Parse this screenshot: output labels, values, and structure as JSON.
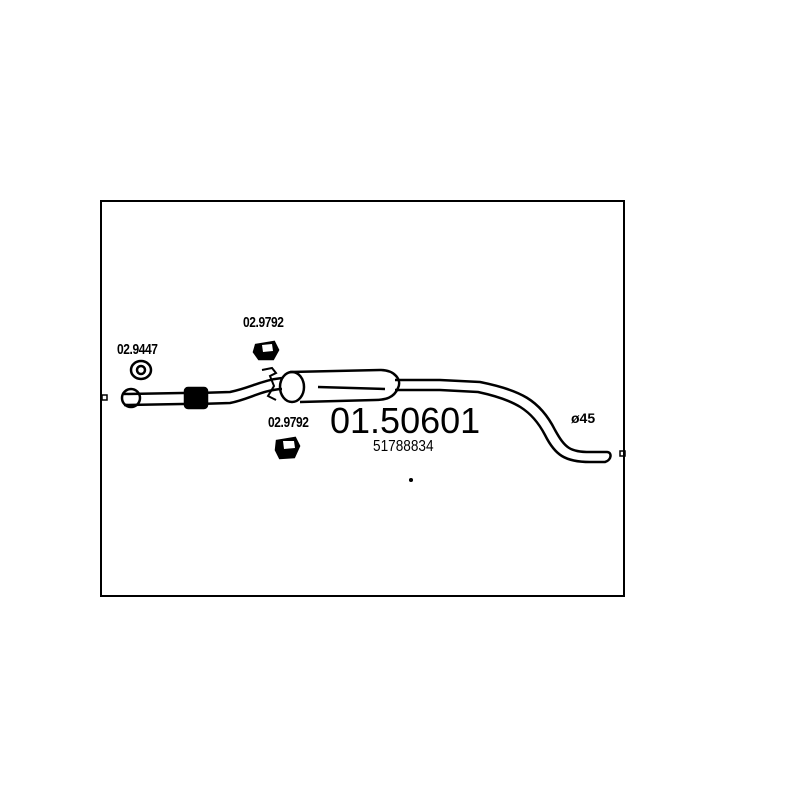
{
  "part_number": "01.50601",
  "oem_number": "51788834",
  "diameter_label": "ø45",
  "accessories": [
    {
      "ref": "02.9447"
    },
    {
      "ref": "02.9792"
    },
    {
      "ref": "02.9792"
    }
  ]
}
